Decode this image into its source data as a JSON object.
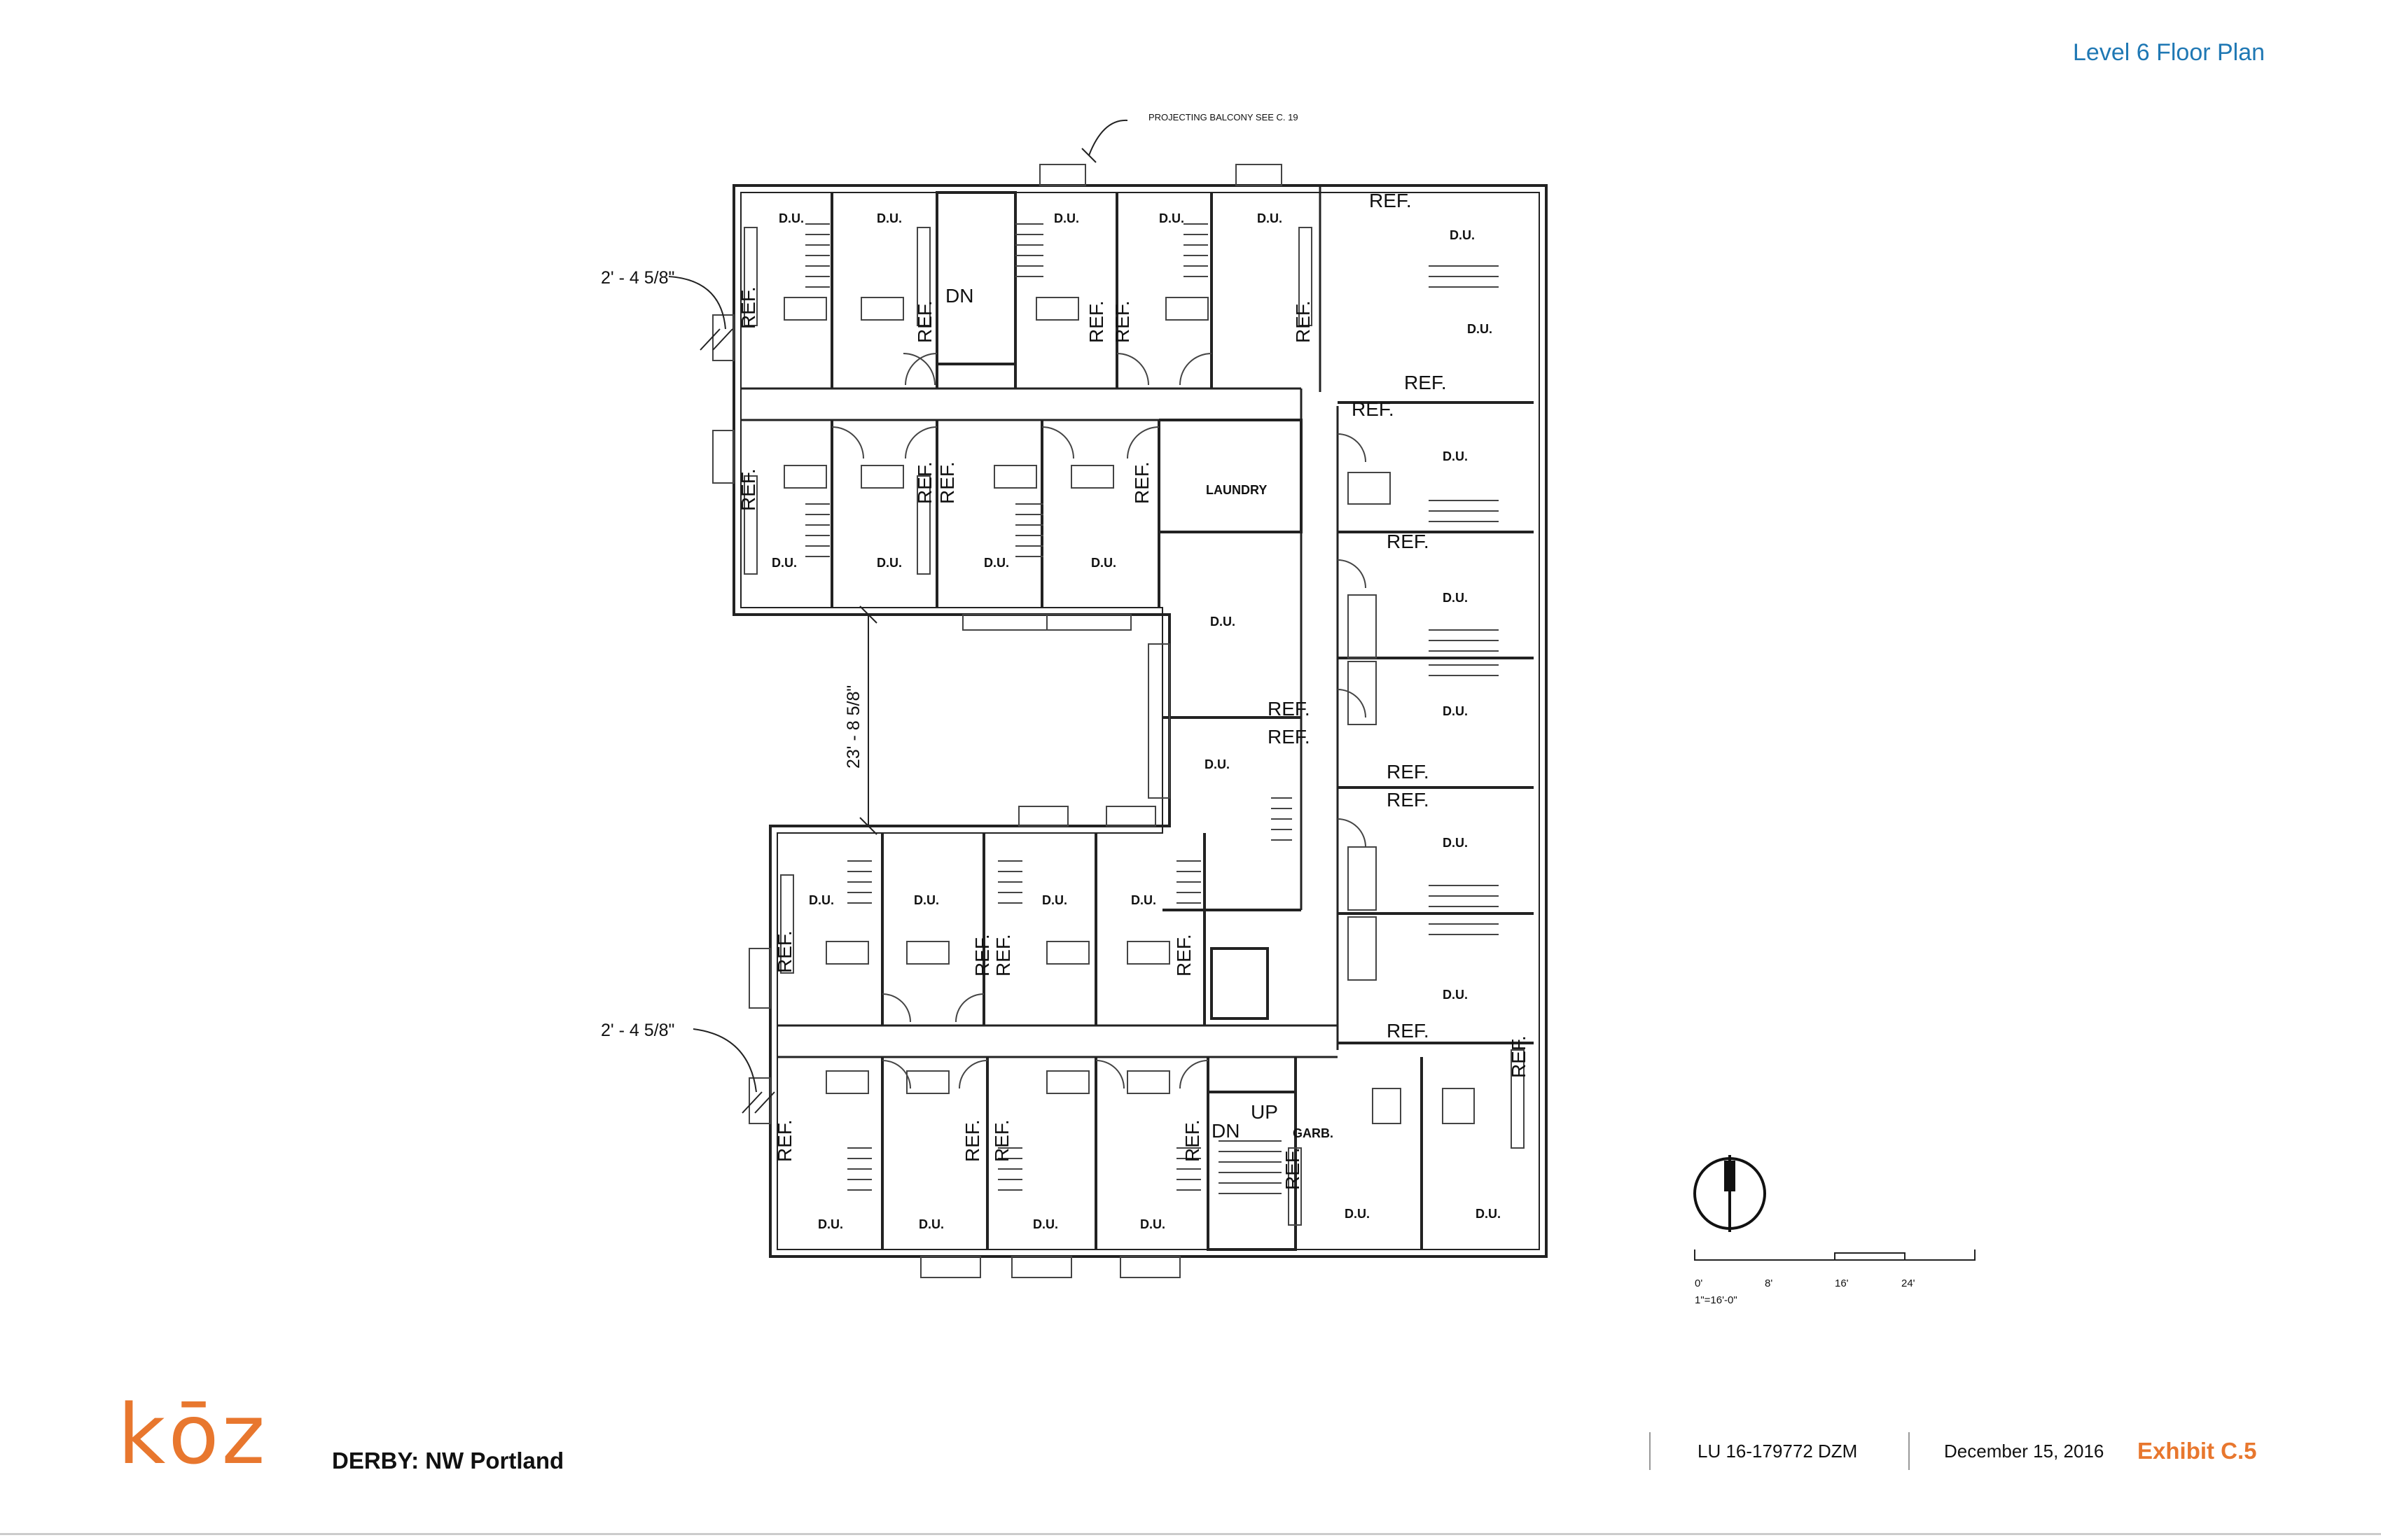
{
  "header": {
    "sheet_title": "Level 6 Floor Plan"
  },
  "plan": {
    "balcony_note": "PROJECTING BALCONY SEE C. 19",
    "dimensions": {
      "upper_left": "2' - 4 5/8\"",
      "lower_left": "2' - 4 5/8\"",
      "courtyard": "23' - 8 5/8\""
    },
    "room_labels": {
      "unit": "D.U.",
      "laundry": "LAUNDRY",
      "garbage": "GARB.",
      "refrigerator": "REF.",
      "stair_down": "DN",
      "stair_up": "UP"
    }
  },
  "scale_bar": {
    "ticks": [
      "0'",
      "8'",
      "16'",
      "24'"
    ],
    "ratio": "1\"=16'-0\""
  },
  "footer": {
    "brand": "kōz",
    "project": "DERBY: NW Portland",
    "permit": "LU 16-179772  DZM",
    "date": "December 15, 2016",
    "exhibit": "Exhibit C.5"
  }
}
